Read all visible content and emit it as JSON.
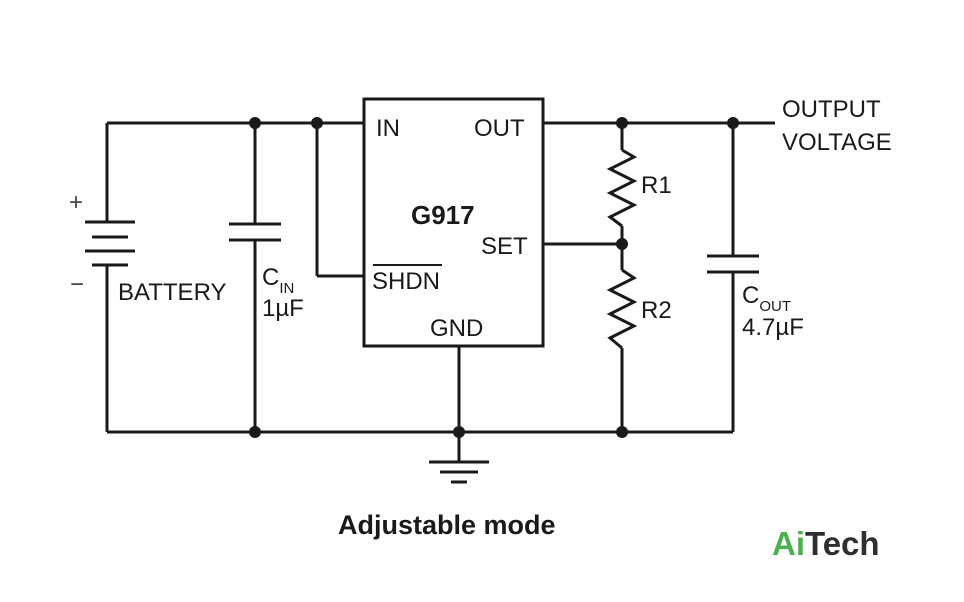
{
  "chip": {
    "name": "G917",
    "pins": {
      "in": "IN",
      "out": "OUT",
      "set": "SET",
      "shdn": "SHDN",
      "gnd": "GND"
    }
  },
  "battery": {
    "label": "BATTERY",
    "plus": "+",
    "minus": "−"
  },
  "cin": {
    "letter": "C",
    "sub": "IN",
    "value": "1µF"
  },
  "cout": {
    "letter": "C",
    "sub": "OUT",
    "value": "4.7µF"
  },
  "r1": {
    "label": "R1"
  },
  "r2": {
    "label": "R2"
  },
  "output": {
    "line1": "OUTPUT",
    "line2": "VOLTAGE"
  },
  "caption": "Adjustable mode",
  "watermark": {
    "part1": "Ai",
    "part2": "Tech"
  }
}
